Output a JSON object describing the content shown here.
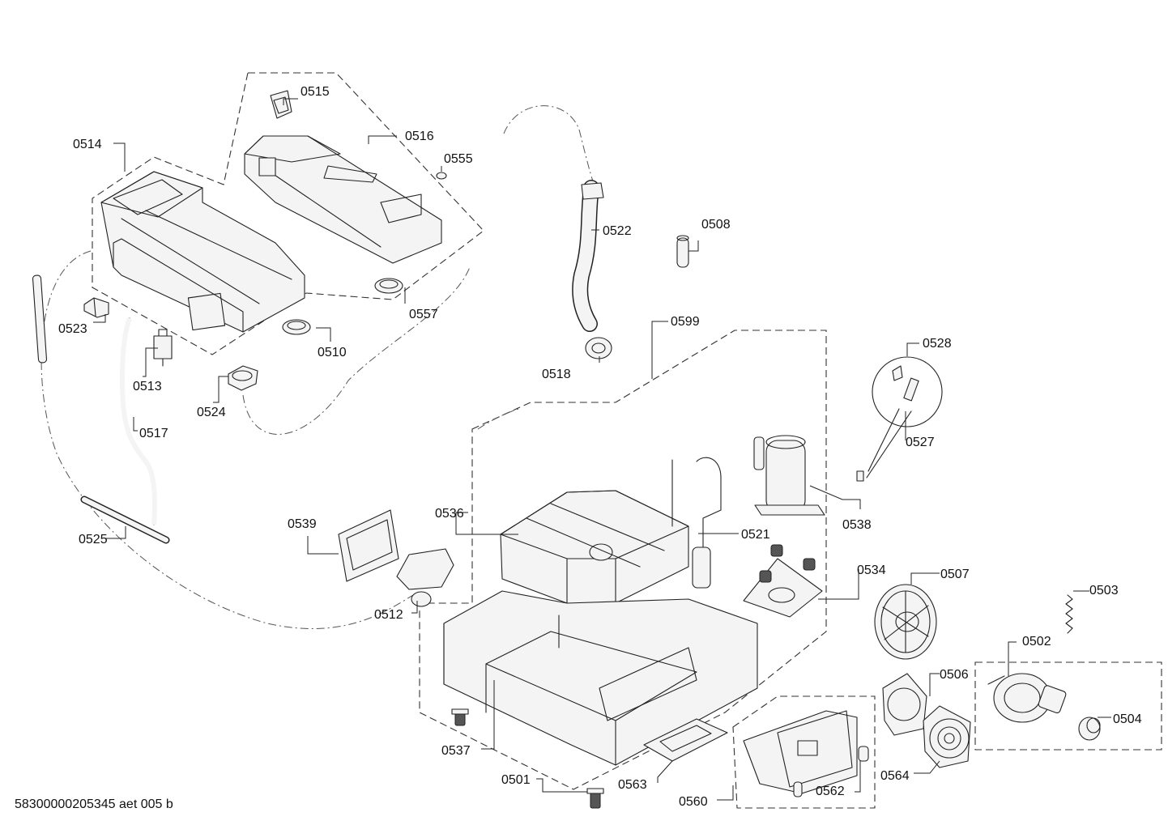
{
  "drawing_code": "58300000205345 aet 005 b",
  "labels": {
    "p0501": "0501",
    "p0502": "0502",
    "p0503": "0503",
    "p0504": "0504",
    "p0506": "0506",
    "p0507": "0507",
    "p0508": "0508",
    "p0510": "0510",
    "p0512": "0512",
    "p0513": "0513",
    "p0514": "0514",
    "p0515": "0515",
    "p0516": "0516",
    "p0517": "0517",
    "p0518": "0518",
    "p0521": "0521",
    "p0522": "0522",
    "p0523": "0523",
    "p0524": "0524",
    "p0525": "0525",
    "p0527": "0527",
    "p0528": "0528",
    "p0534": "0534",
    "p0536": "0536",
    "p0537": "0537",
    "p0538": "0538",
    "p0539": "0539",
    "p0555": "0555",
    "p0557": "0557",
    "p0560": "0560",
    "p0562": "0562",
    "p0563": "0563",
    "p0564": "0564",
    "p0599": "0599"
  }
}
